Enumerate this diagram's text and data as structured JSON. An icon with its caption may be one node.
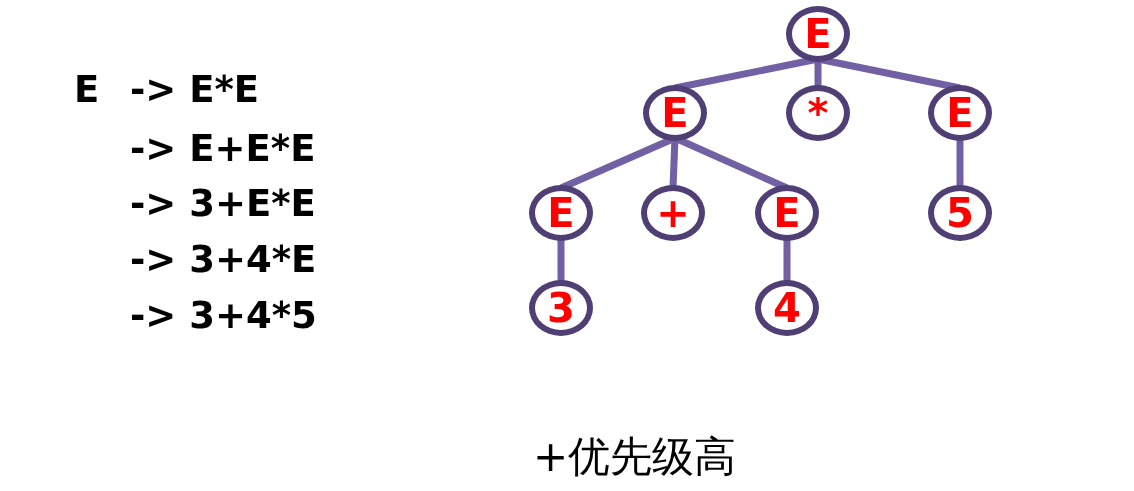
{
  "diagram": {
    "caption": "+优先级高",
    "nodes": [
      {
        "text": [
          "E"
        ]
      },
      {
        "text": [
          "E"
        ]
      },
      {
        "text": [
          "*"
        ]
      },
      {
        "text": [
          "E"
        ]
      },
      {
        "text": [
          "E"
        ]
      },
      {
        "text": [
          "+"
        ]
      },
      {
        "text": [
          "E"
        ]
      },
      {
        "text": [
          "5"
        ]
      },
      {
        "text": [
          "3"
        ]
      },
      {
        "text": [
          "4"
        ]
      }
    ],
    "edges": [
      {
        "from": 0,
        "to": 1,
        "arrow": "none"
      },
      {
        "from": 0,
        "to": 2,
        "arrow": "none"
      },
      {
        "from": 0,
        "to": 3,
        "arrow": "none"
      },
      {
        "from": 1,
        "to": 4,
        "arrow": "none"
      },
      {
        "from": 1,
        "to": 5,
        "arrow": "none"
      },
      {
        "from": 1,
        "to": 6,
        "arrow": "none"
      },
      {
        "from": 3,
        "to": 7,
        "arrow": "none"
      },
      {
        "from": 4,
        "to": 8,
        "arrow": "none"
      },
      {
        "from": 6,
        "to": 9,
        "arrow": "none"
      }
    ],
    "labels": [
      "E",
      "-> E*E",
      "-> E+E*E",
      "-> 3+E*E",
      "-> 3+4*E",
      "-> 3+4*5"
    ]
  }
}
